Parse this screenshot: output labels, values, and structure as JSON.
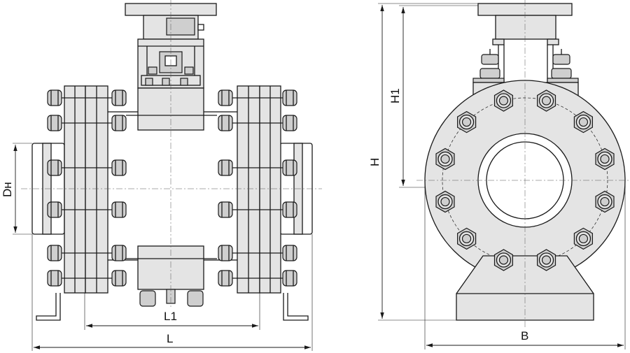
{
  "labels": {
    "dn": "Dн",
    "l1": "L1",
    "l": "L",
    "h1": "H1",
    "h": "H",
    "b": "B"
  }
}
